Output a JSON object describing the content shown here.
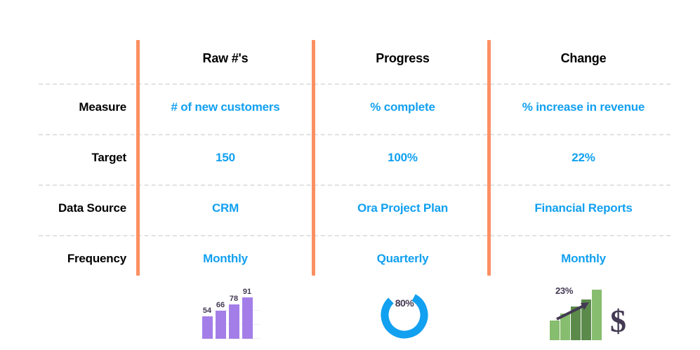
{
  "table": {
    "column_headers": [
      "Raw #'s",
      "Progress",
      "Change"
    ],
    "row_labels": [
      "Measure",
      "Target",
      "Data Source",
      "Frequency"
    ],
    "rows": [
      {
        "label": "Measure",
        "values": [
          "# of new customers",
          "% complete",
          "% increase in revenue"
        ]
      },
      {
        "label": "Target",
        "values": [
          "150",
          "100%",
          "22%"
        ]
      },
      {
        "label": "Data Source",
        "values": [
          "CRM",
          "Ora Project Plan",
          "Financial Reports"
        ]
      },
      {
        "label": "Frequency",
        "values": [
          "Monthly",
          "Quarterly",
          "Monthly"
        ]
      }
    ]
  },
  "colors": {
    "divider_orange": "#fc8f62",
    "value_blue": "#12a0f0",
    "label_black": "#000000",
    "rule_grey": "#e2e2e2",
    "bar_purple": "#a47ee8",
    "donut_blue": "#12a0f0",
    "bar_green_light": "#87bd6e",
    "bar_green_dark": "#5b8a4a",
    "icon_dark": "#443a53"
  },
  "chart_data": [
    {
      "type": "bar",
      "name": "raw-numbers-bar-chart",
      "title": "",
      "categories": [
        "1",
        "2",
        "3",
        "4"
      ],
      "values": [
        54,
        66,
        78,
        91
      ],
      "data_labels": [
        "54",
        "66",
        "78",
        "91"
      ],
      "color": "#a47ee8",
      "ylim": [
        0,
        100
      ],
      "xlabel": "",
      "ylabel": "",
      "grid": true,
      "legend": "none"
    },
    {
      "type": "pie",
      "name": "progress-donut-chart",
      "title": "",
      "center_label": "80%",
      "categories": [
        "complete",
        "remaining"
      ],
      "values": [
        80,
        20
      ],
      "colors": [
        "#12a0f0",
        "#ffffff"
      ],
      "legend": "none"
    },
    {
      "type": "bar",
      "name": "change-growth-bar-chart",
      "title": "",
      "categories": [
        "1",
        "2",
        "3",
        "4",
        "5"
      ],
      "values": [
        38,
        52,
        66,
        80,
        100
      ],
      "annotation": "23%",
      "colors": [
        "#87bd6e",
        "#87bd6e",
        "#5b8a4a",
        "#5b8a4a",
        "#87bd6e"
      ],
      "trend": "increasing",
      "legend": "none",
      "ylim": [
        0,
        100
      ]
    }
  ],
  "icons": {
    "bar_chart": "bar-chart-icon",
    "donut": "donut-progress-icon",
    "growth": "growth-arrow-icon",
    "dollar": "dollar-sign-icon",
    "dollar_glyph": "$",
    "growth_label": "23%",
    "donut_value": "80%"
  }
}
